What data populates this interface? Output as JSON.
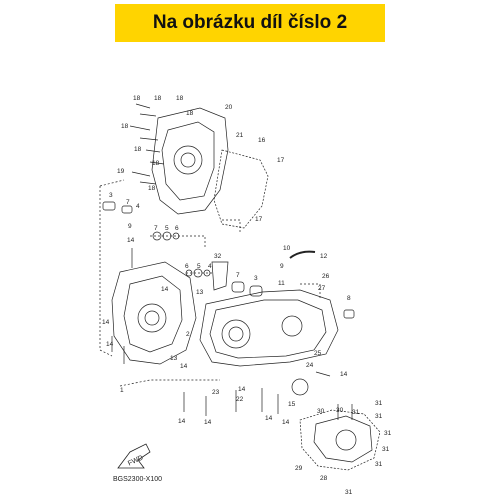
{
  "banner": {
    "title": "Na obrázku díl číslo 2"
  },
  "diagram_code": "BGS2300-X100",
  "fwd_label": "FWD",
  "callouts": [
    {
      "id": "c18a",
      "text": "18"
    },
    {
      "id": "c18b",
      "text": "18"
    },
    {
      "id": "c18c",
      "text": "18"
    },
    {
      "id": "c18d",
      "text": "18"
    },
    {
      "id": "c18e",
      "text": "18"
    },
    {
      "id": "c18f",
      "text": "18"
    },
    {
      "id": "c18g",
      "text": "18"
    },
    {
      "id": "c18h",
      "text": "18"
    },
    {
      "id": "c20",
      "text": "20"
    },
    {
      "id": "c21",
      "text": "21"
    },
    {
      "id": "c16",
      "text": "16"
    },
    {
      "id": "c17a",
      "text": "17"
    },
    {
      "id": "c17b",
      "text": "17"
    },
    {
      "id": "c19",
      "text": "19"
    },
    {
      "id": "c3",
      "text": "3"
    },
    {
      "id": "c7a",
      "text": "7"
    },
    {
      "id": "c4",
      "text": "4"
    },
    {
      "id": "c9",
      "text": "9"
    },
    {
      "id": "c7b",
      "text": "7"
    },
    {
      "id": "c5",
      "text": "5"
    },
    {
      "id": "c6",
      "text": "6"
    },
    {
      "id": "c6b",
      "text": "6"
    },
    {
      "id": "c5b",
      "text": "5"
    },
    {
      "id": "c4b",
      "text": "4"
    },
    {
      "id": "c14a",
      "text": "14"
    },
    {
      "id": "c14b",
      "text": "14"
    },
    {
      "id": "c13a",
      "text": "13"
    },
    {
      "id": "c32",
      "text": "32"
    },
    {
      "id": "c10",
      "text": "10"
    },
    {
      "id": "c12",
      "text": "12"
    },
    {
      "id": "c9b",
      "text": "9"
    },
    {
      "id": "c11",
      "text": "11"
    },
    {
      "id": "c26",
      "text": "26"
    },
    {
      "id": "c27",
      "text": "27"
    },
    {
      "id": "c7c",
      "text": "7"
    },
    {
      "id": "c3b",
      "text": "3"
    },
    {
      "id": "c8",
      "text": "8"
    },
    {
      "id": "c14c",
      "text": "14"
    },
    {
      "id": "c14d",
      "text": "14"
    },
    {
      "id": "c2",
      "text": "2"
    },
    {
      "id": "c13b",
      "text": "13"
    },
    {
      "id": "c14e",
      "text": "14"
    },
    {
      "id": "c25",
      "text": "25"
    },
    {
      "id": "c24",
      "text": "24"
    },
    {
      "id": "c14f",
      "text": "14"
    },
    {
      "id": "c14g",
      "text": "14"
    },
    {
      "id": "c1",
      "text": "1"
    },
    {
      "id": "c23",
      "text": "23"
    },
    {
      "id": "c22",
      "text": "22"
    },
    {
      "id": "c14h",
      "text": "14"
    },
    {
      "id": "c15",
      "text": "15"
    },
    {
      "id": "c30a",
      "text": "30"
    },
    {
      "id": "c14i",
      "text": "14"
    },
    {
      "id": "c14j",
      "text": "14"
    },
    {
      "id": "c14k",
      "text": "14"
    },
    {
      "id": "c30b",
      "text": "30"
    },
    {
      "id": "c31a",
      "text": "31"
    },
    {
      "id": "c31b",
      "text": "31"
    },
    {
      "id": "c31c",
      "text": "31"
    },
    {
      "id": "c31d",
      "text": "31"
    },
    {
      "id": "c31e",
      "text": "31"
    },
    {
      "id": "c31f",
      "text": "31"
    },
    {
      "id": "c29",
      "text": "29"
    },
    {
      "id": "c28",
      "text": "28"
    },
    {
      "id": "c31g",
      "text": "31"
    }
  ]
}
